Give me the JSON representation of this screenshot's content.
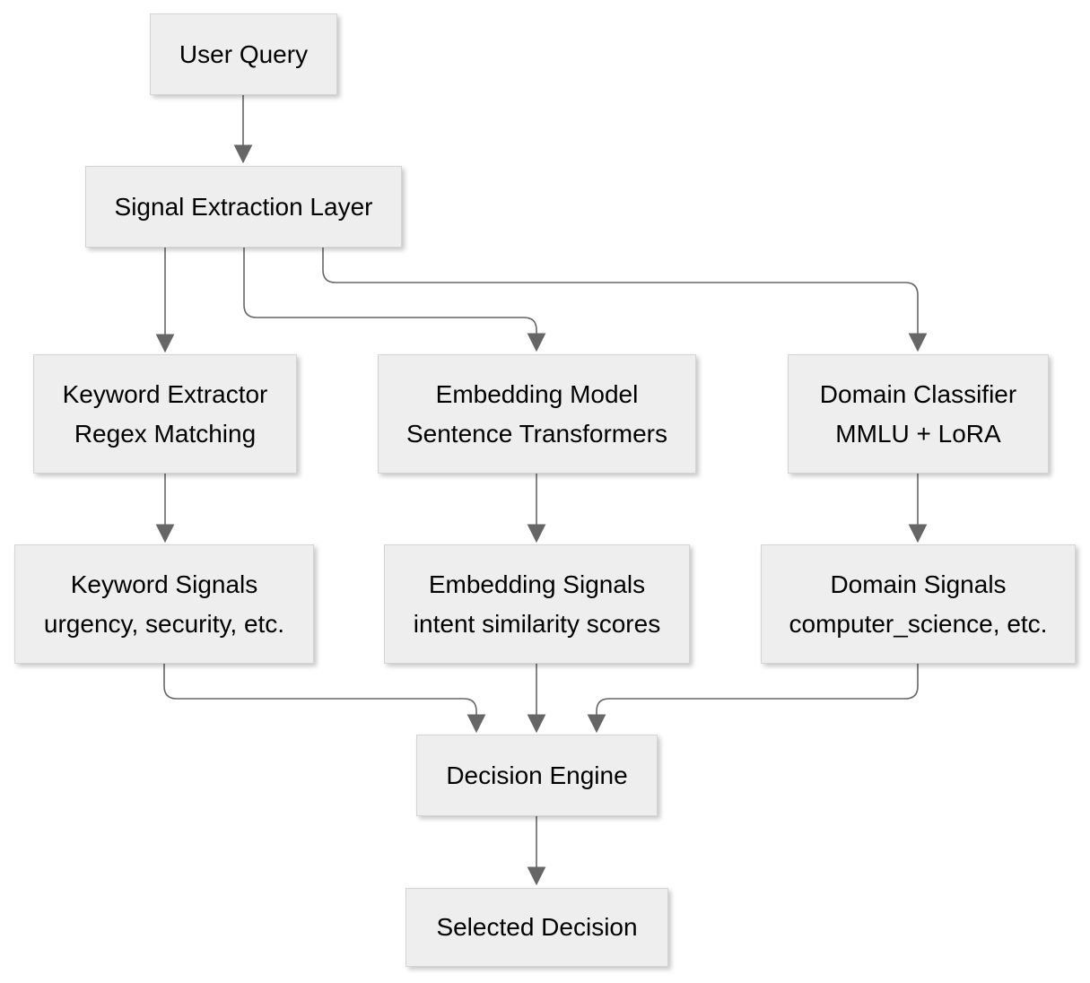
{
  "diagram": {
    "type": "flowchart",
    "background": "#ffffff",
    "nodes": {
      "user_query": {
        "label": "User Query"
      },
      "signal_extraction": {
        "label": "Signal Extraction Layer"
      },
      "keyword_extractor": {
        "title": "Keyword Extractor",
        "subtitle": "Regex Matching"
      },
      "embedding_model": {
        "title": "Embedding Model",
        "subtitle": "Sentence Transformers"
      },
      "domain_classifier": {
        "title": "Domain Classifier",
        "subtitle": "MMLU + LoRA"
      },
      "keyword_signals": {
        "title": "Keyword Signals",
        "subtitle": "urgency, security, etc."
      },
      "embedding_signals": {
        "title": "Embedding Signals",
        "subtitle": "intent similarity scores"
      },
      "domain_signals": {
        "title": "Domain Signals",
        "subtitle": "computer_science, etc."
      },
      "decision_engine": {
        "label": "Decision Engine"
      },
      "selected_decision": {
        "label": "Selected Decision"
      }
    },
    "edges": [
      {
        "from": "user_query",
        "to": "signal_extraction"
      },
      {
        "from": "signal_extraction",
        "to": "keyword_extractor"
      },
      {
        "from": "signal_extraction",
        "to": "embedding_model"
      },
      {
        "from": "signal_extraction",
        "to": "domain_classifier"
      },
      {
        "from": "keyword_extractor",
        "to": "keyword_signals"
      },
      {
        "from": "embedding_model",
        "to": "embedding_signals"
      },
      {
        "from": "domain_classifier",
        "to": "domain_signals"
      },
      {
        "from": "keyword_signals",
        "to": "decision_engine"
      },
      {
        "from": "embedding_signals",
        "to": "decision_engine"
      },
      {
        "from": "domain_signals",
        "to": "decision_engine"
      },
      {
        "from": "decision_engine",
        "to": "selected_decision"
      }
    ],
    "colors": {
      "node_fill": "#eeeeee",
      "node_border": "#d4d4d4",
      "edge": "#666666",
      "text": "#000000",
      "background": "#ffffff"
    }
  }
}
